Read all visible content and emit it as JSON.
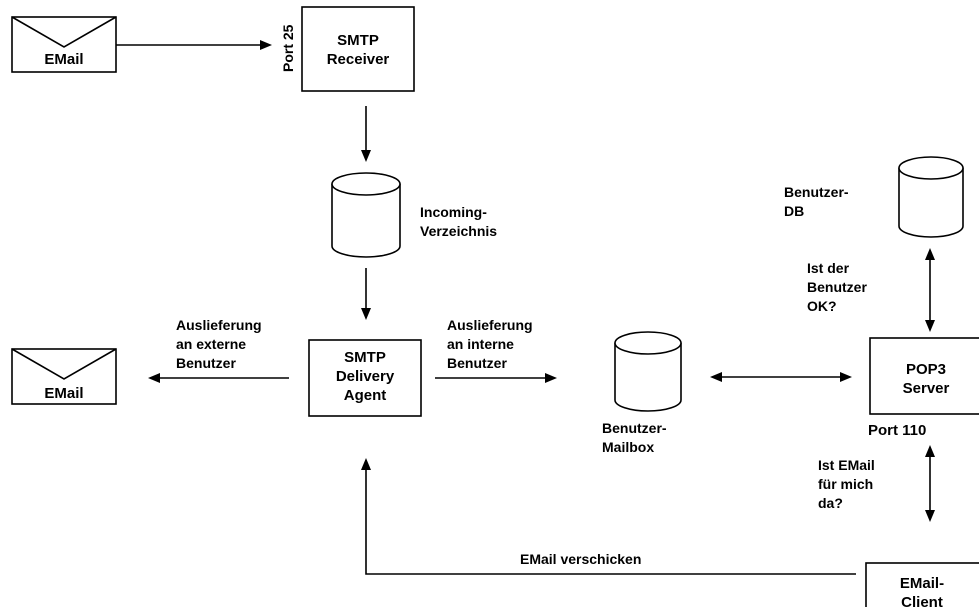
{
  "email_in": "EMail",
  "email_out": "EMail",
  "port25": "Port 25",
  "smtp_receiver": [
    "SMTP",
    "Receiver"
  ],
  "incoming": [
    "Incoming-",
    "Verzeichnis"
  ],
  "smtp_delivery": [
    "SMTP",
    "Delivery",
    "Agent"
  ],
  "deliver_external": [
    "Auslieferung",
    "an externe",
    "Benutzer"
  ],
  "deliver_internal": [
    "Auslieferung",
    "an interne",
    "Benutzer"
  ],
  "mailbox": [
    "Benutzer-",
    "Mailbox"
  ],
  "userdb": [
    "Benutzer-",
    "DB"
  ],
  "user_ok": [
    "Ist der",
    "Benutzer",
    "OK?"
  ],
  "pop3": [
    "POP3",
    "Server"
  ],
  "port110": "Port 110",
  "email_for_me": [
    "Ist EMail",
    "für mich",
    "da?"
  ],
  "email_client": [
    "EMail-",
    "Client"
  ],
  "send_email": "EMail verschicken"
}
